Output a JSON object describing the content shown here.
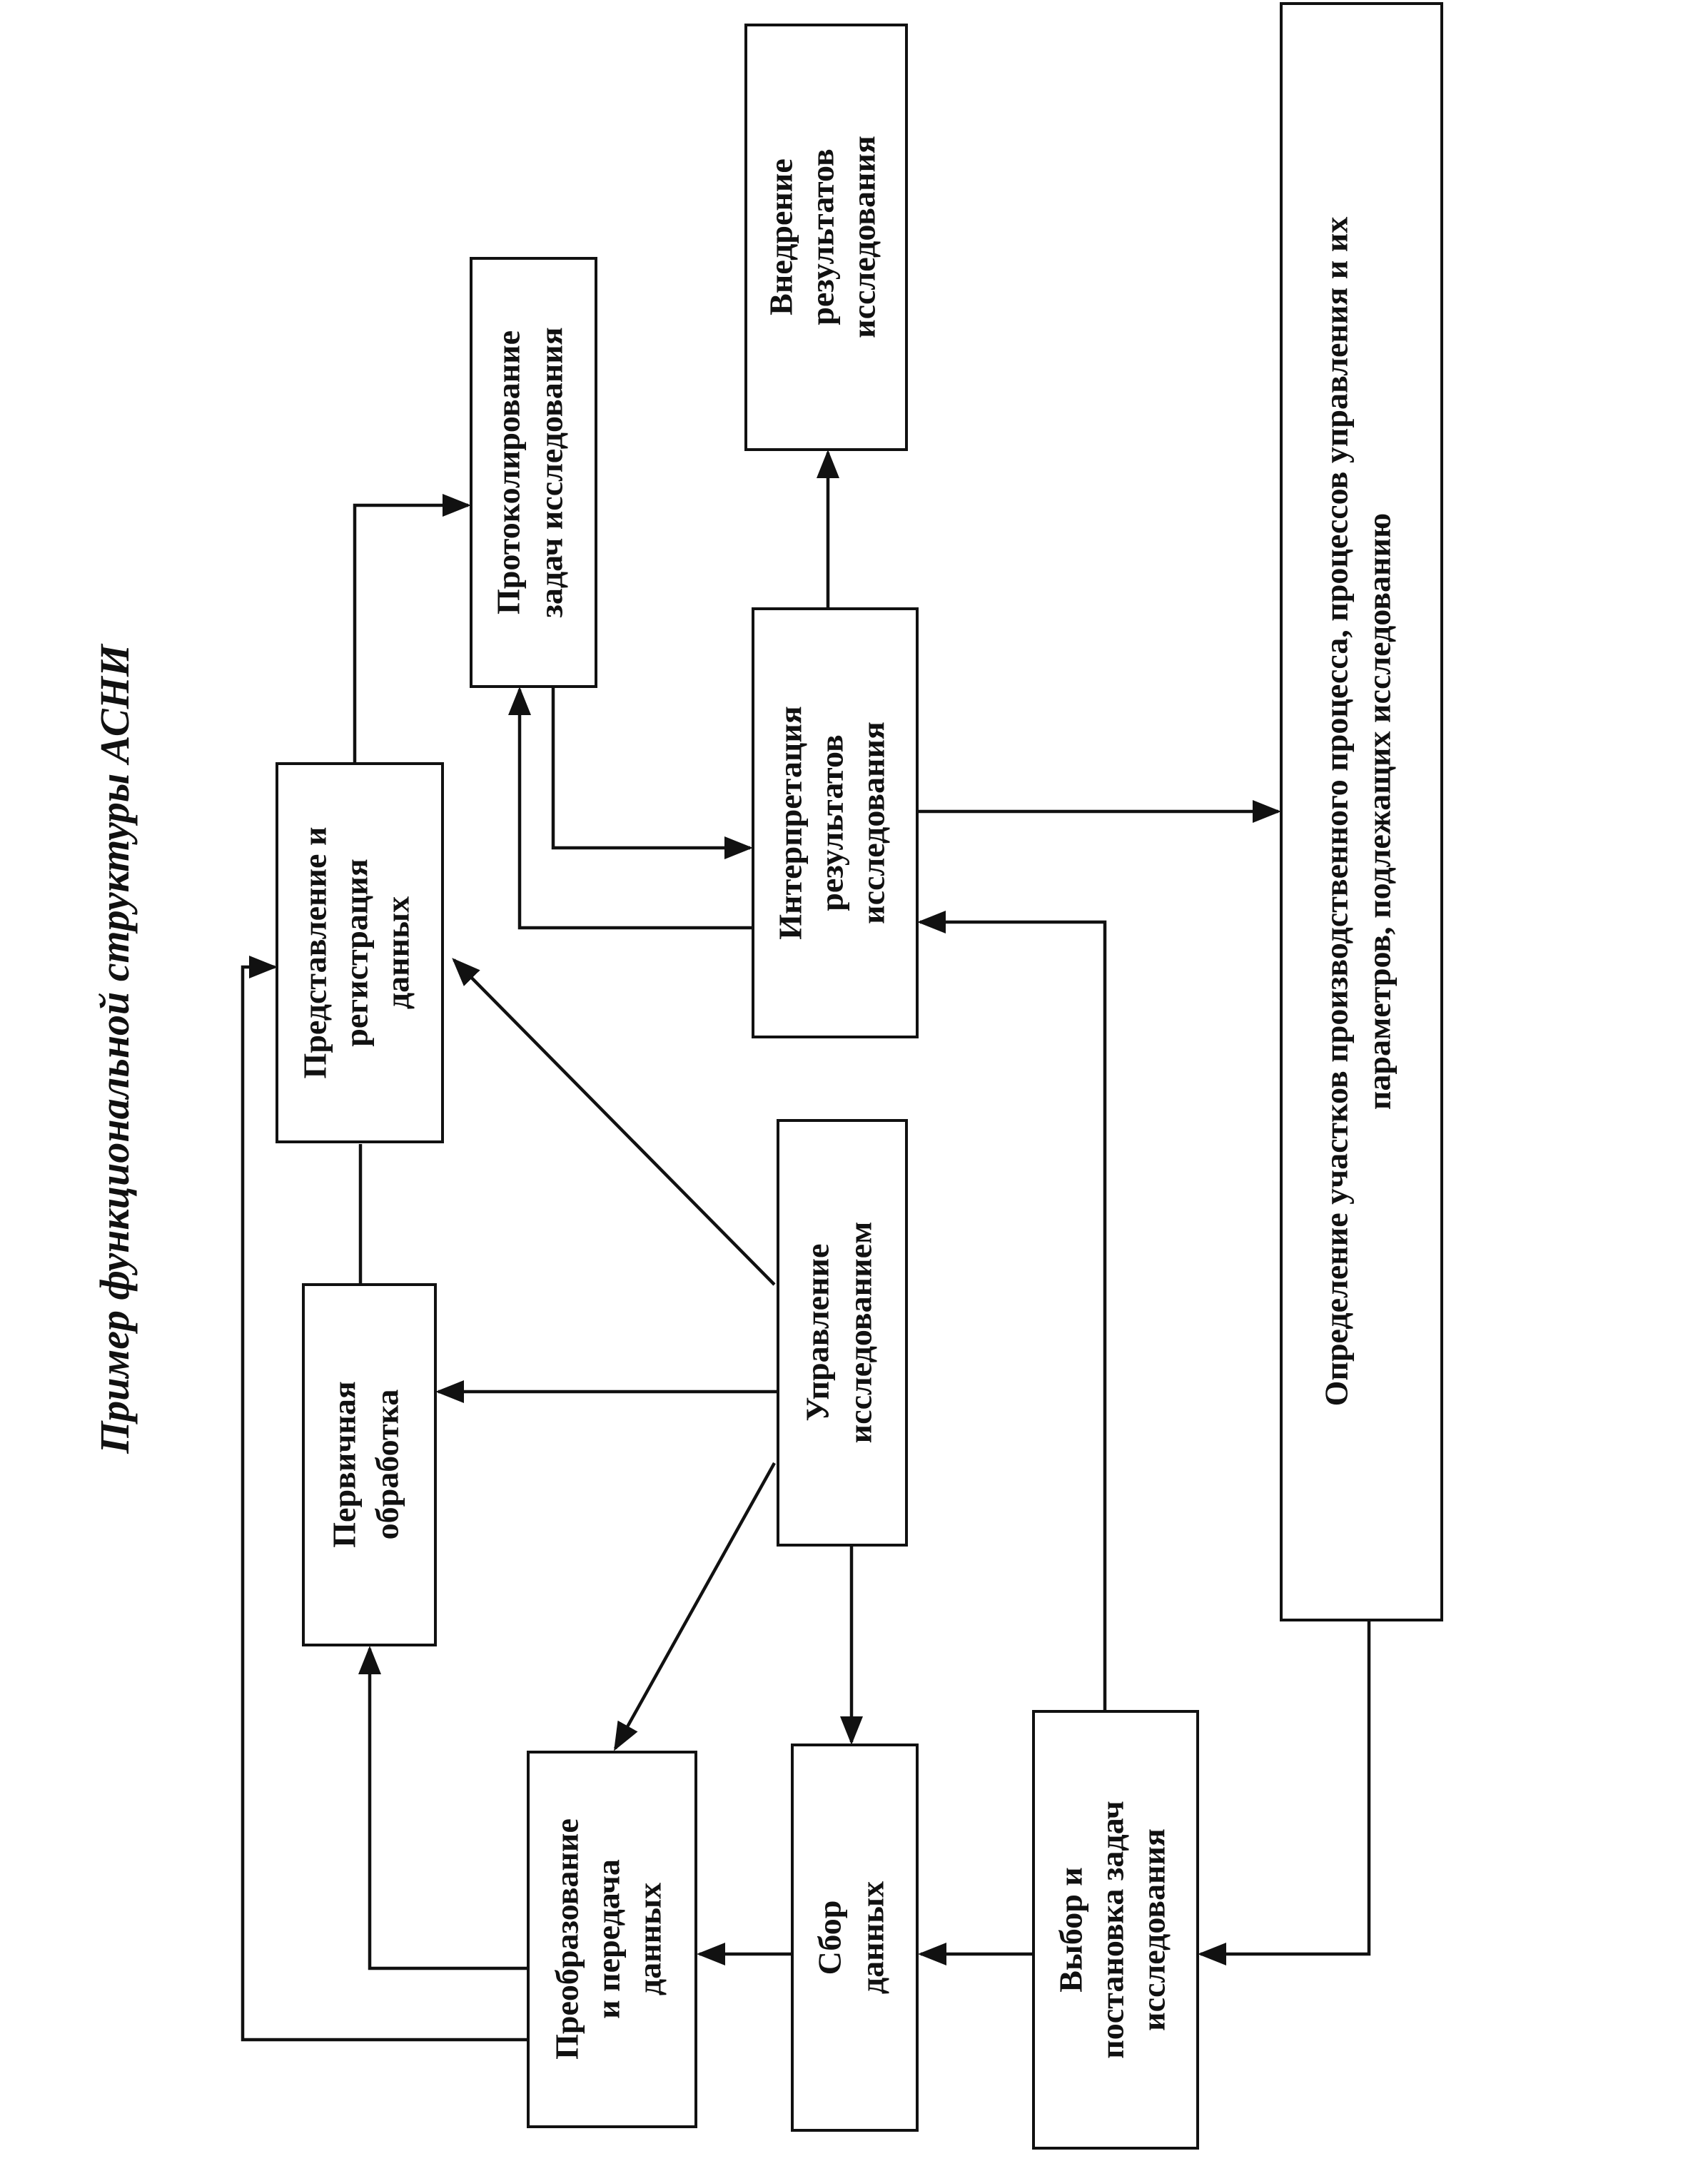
{
  "title": "Пример функциональной структуры АСНИ",
  "blocks": {
    "transform": [
      "Преобразование",
      "и передача",
      "данных"
    ],
    "collect": [
      "Сбор",
      "данных"
    ],
    "select": [
      "Выбор и",
      "постановка задач",
      "исследования"
    ],
    "primary": [
      "Первичная",
      "обработка"
    ],
    "control": [
      "Управление",
      "исследованием"
    ],
    "present": [
      "Представление и",
      "регистрация",
      "данных"
    ],
    "interpret": [
      "Интерпретация",
      "результатов",
      "исследования"
    ],
    "protocol": [
      "Протоколирование",
      "задач исследования"
    ],
    "implement": [
      "Внедрение",
      "результатов",
      "исследования"
    ],
    "define": [
      "Определение участков производственного процесса, процессов управления и их",
      "параметров, подлежащих исследованию"
    ]
  }
}
